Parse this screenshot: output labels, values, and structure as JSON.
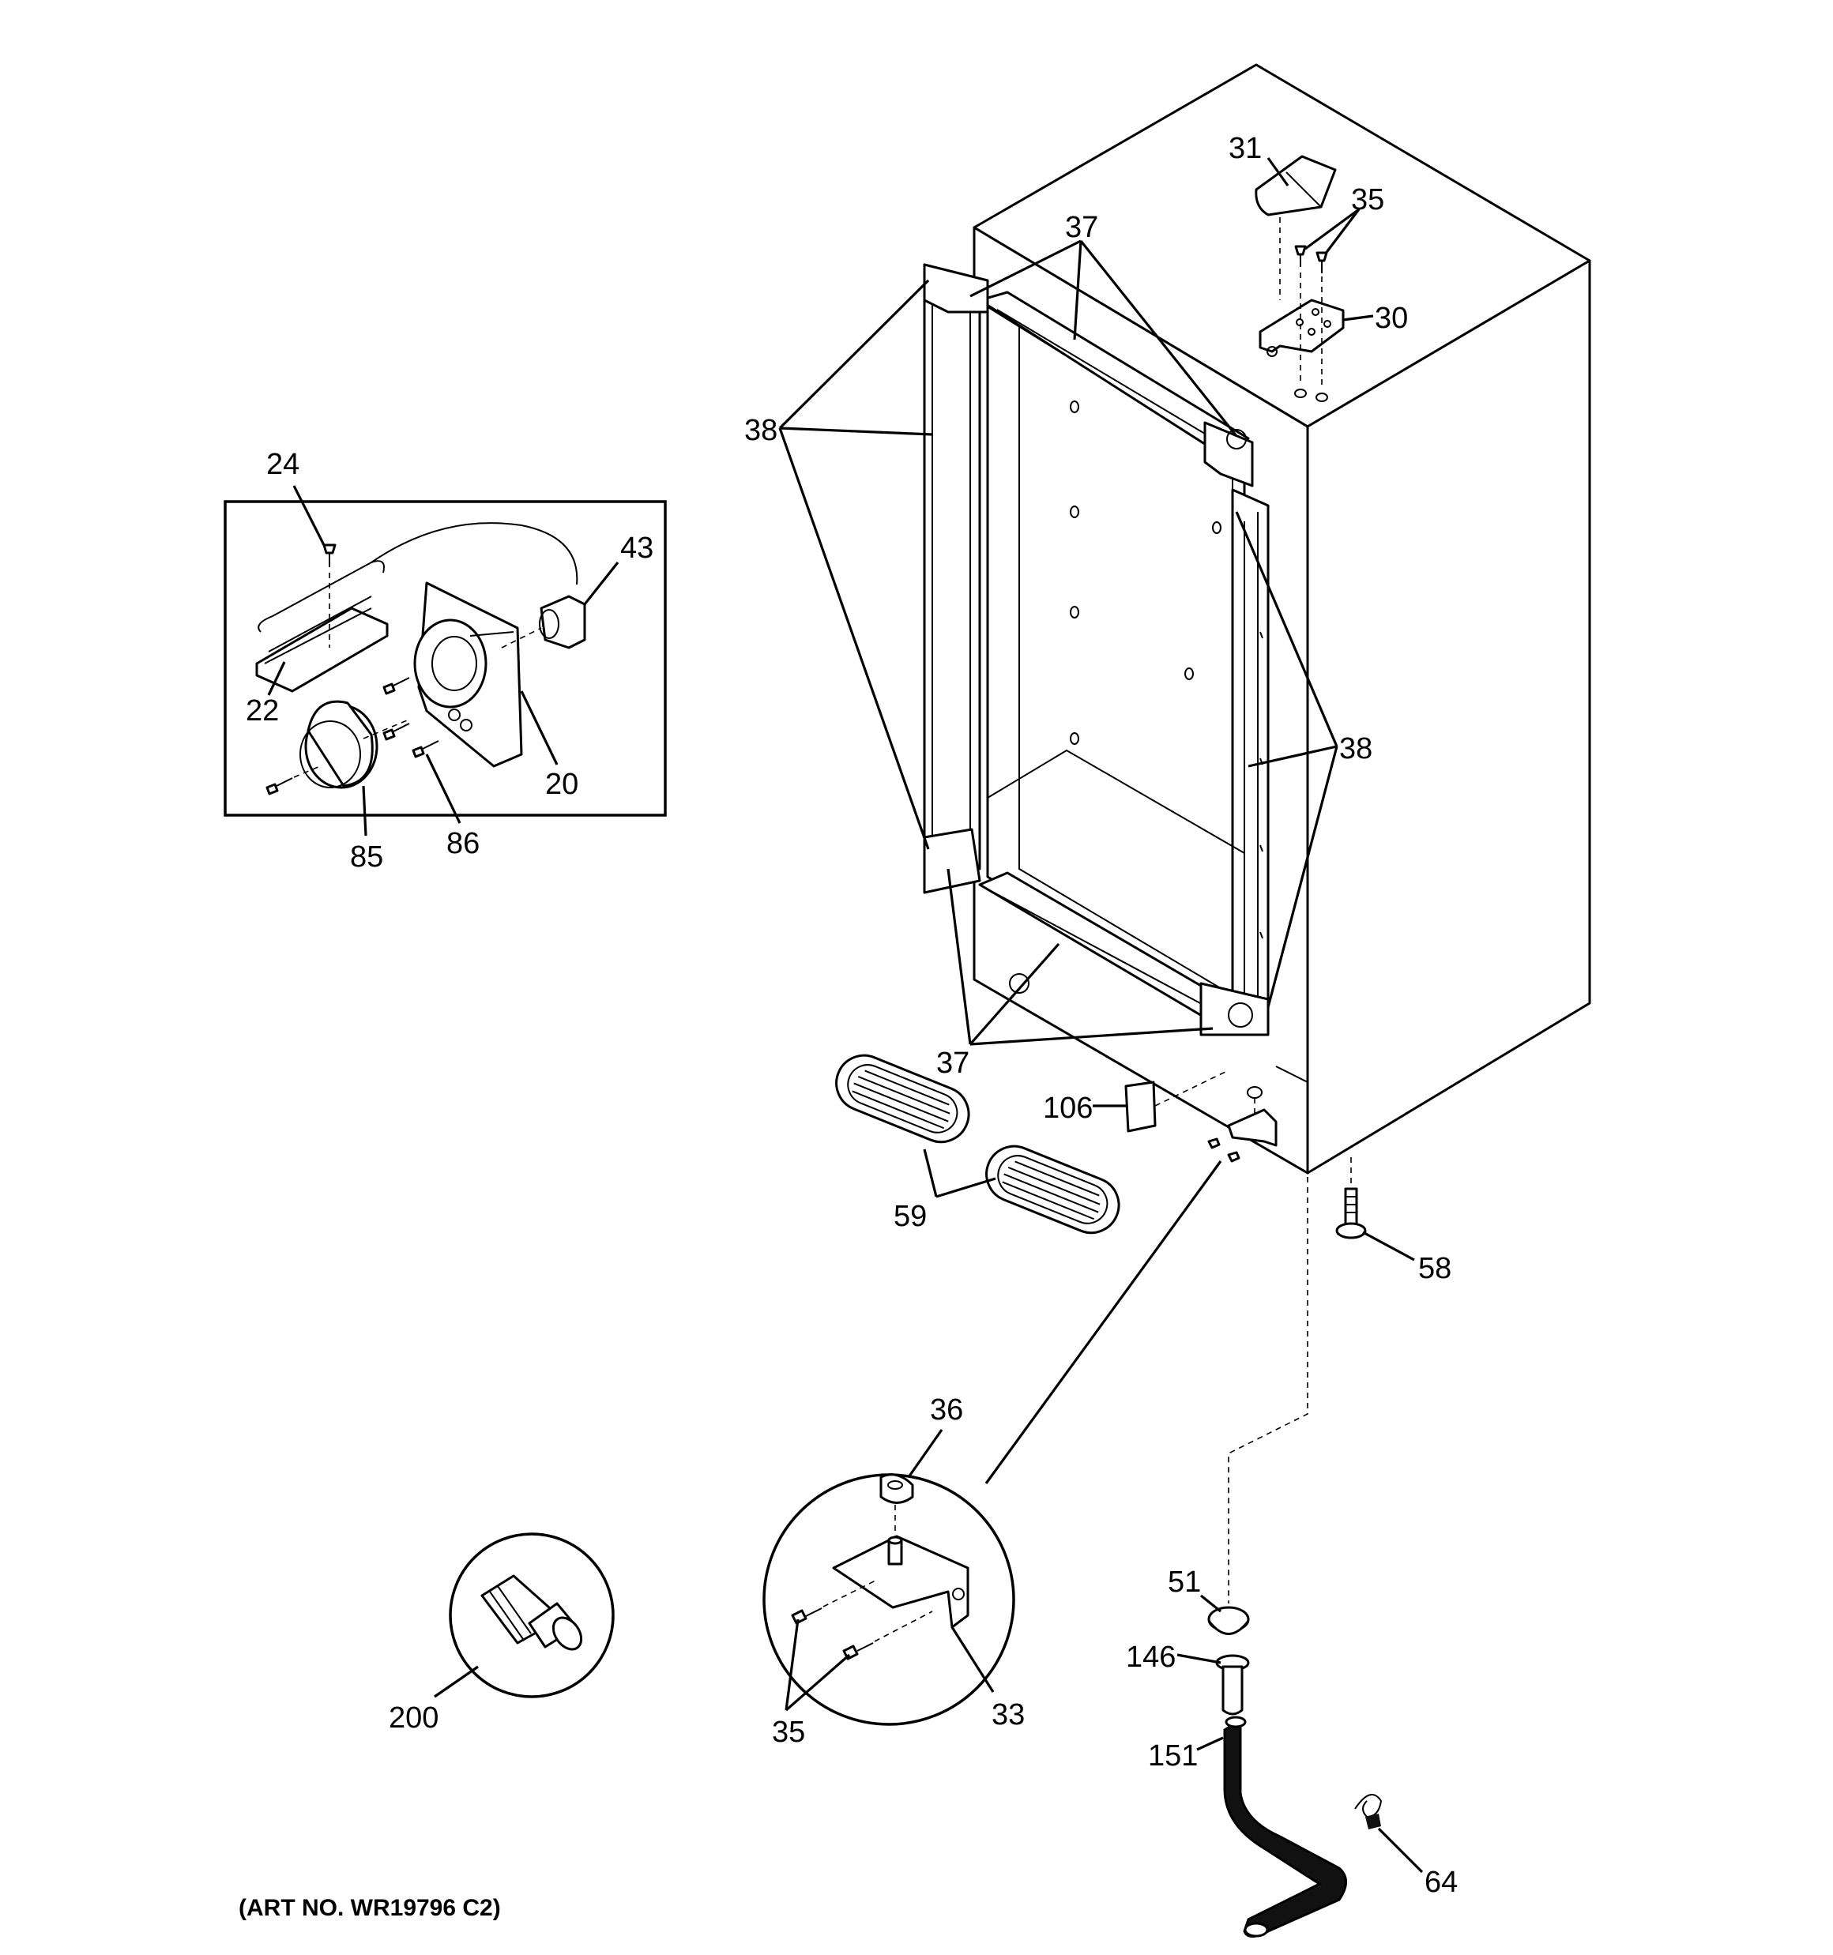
{
  "caption": "(ART NO. WR19796 C2)",
  "labels": {
    "l24": "24",
    "l43": "43",
    "l22": "22",
    "l20": "20",
    "l85": "85",
    "l86": "86",
    "l31": "31",
    "l35a": "35",
    "l37a": "37",
    "l30": "30",
    "l38a": "38",
    "l38b": "38",
    "l37b": "37",
    "l106": "106",
    "l59": "59",
    "l58": "58",
    "l36": "36",
    "l33": "33",
    "l35b": "35",
    "l200": "200",
    "l51": "51",
    "l146": "146",
    "l151": "151",
    "l64": "64"
  }
}
